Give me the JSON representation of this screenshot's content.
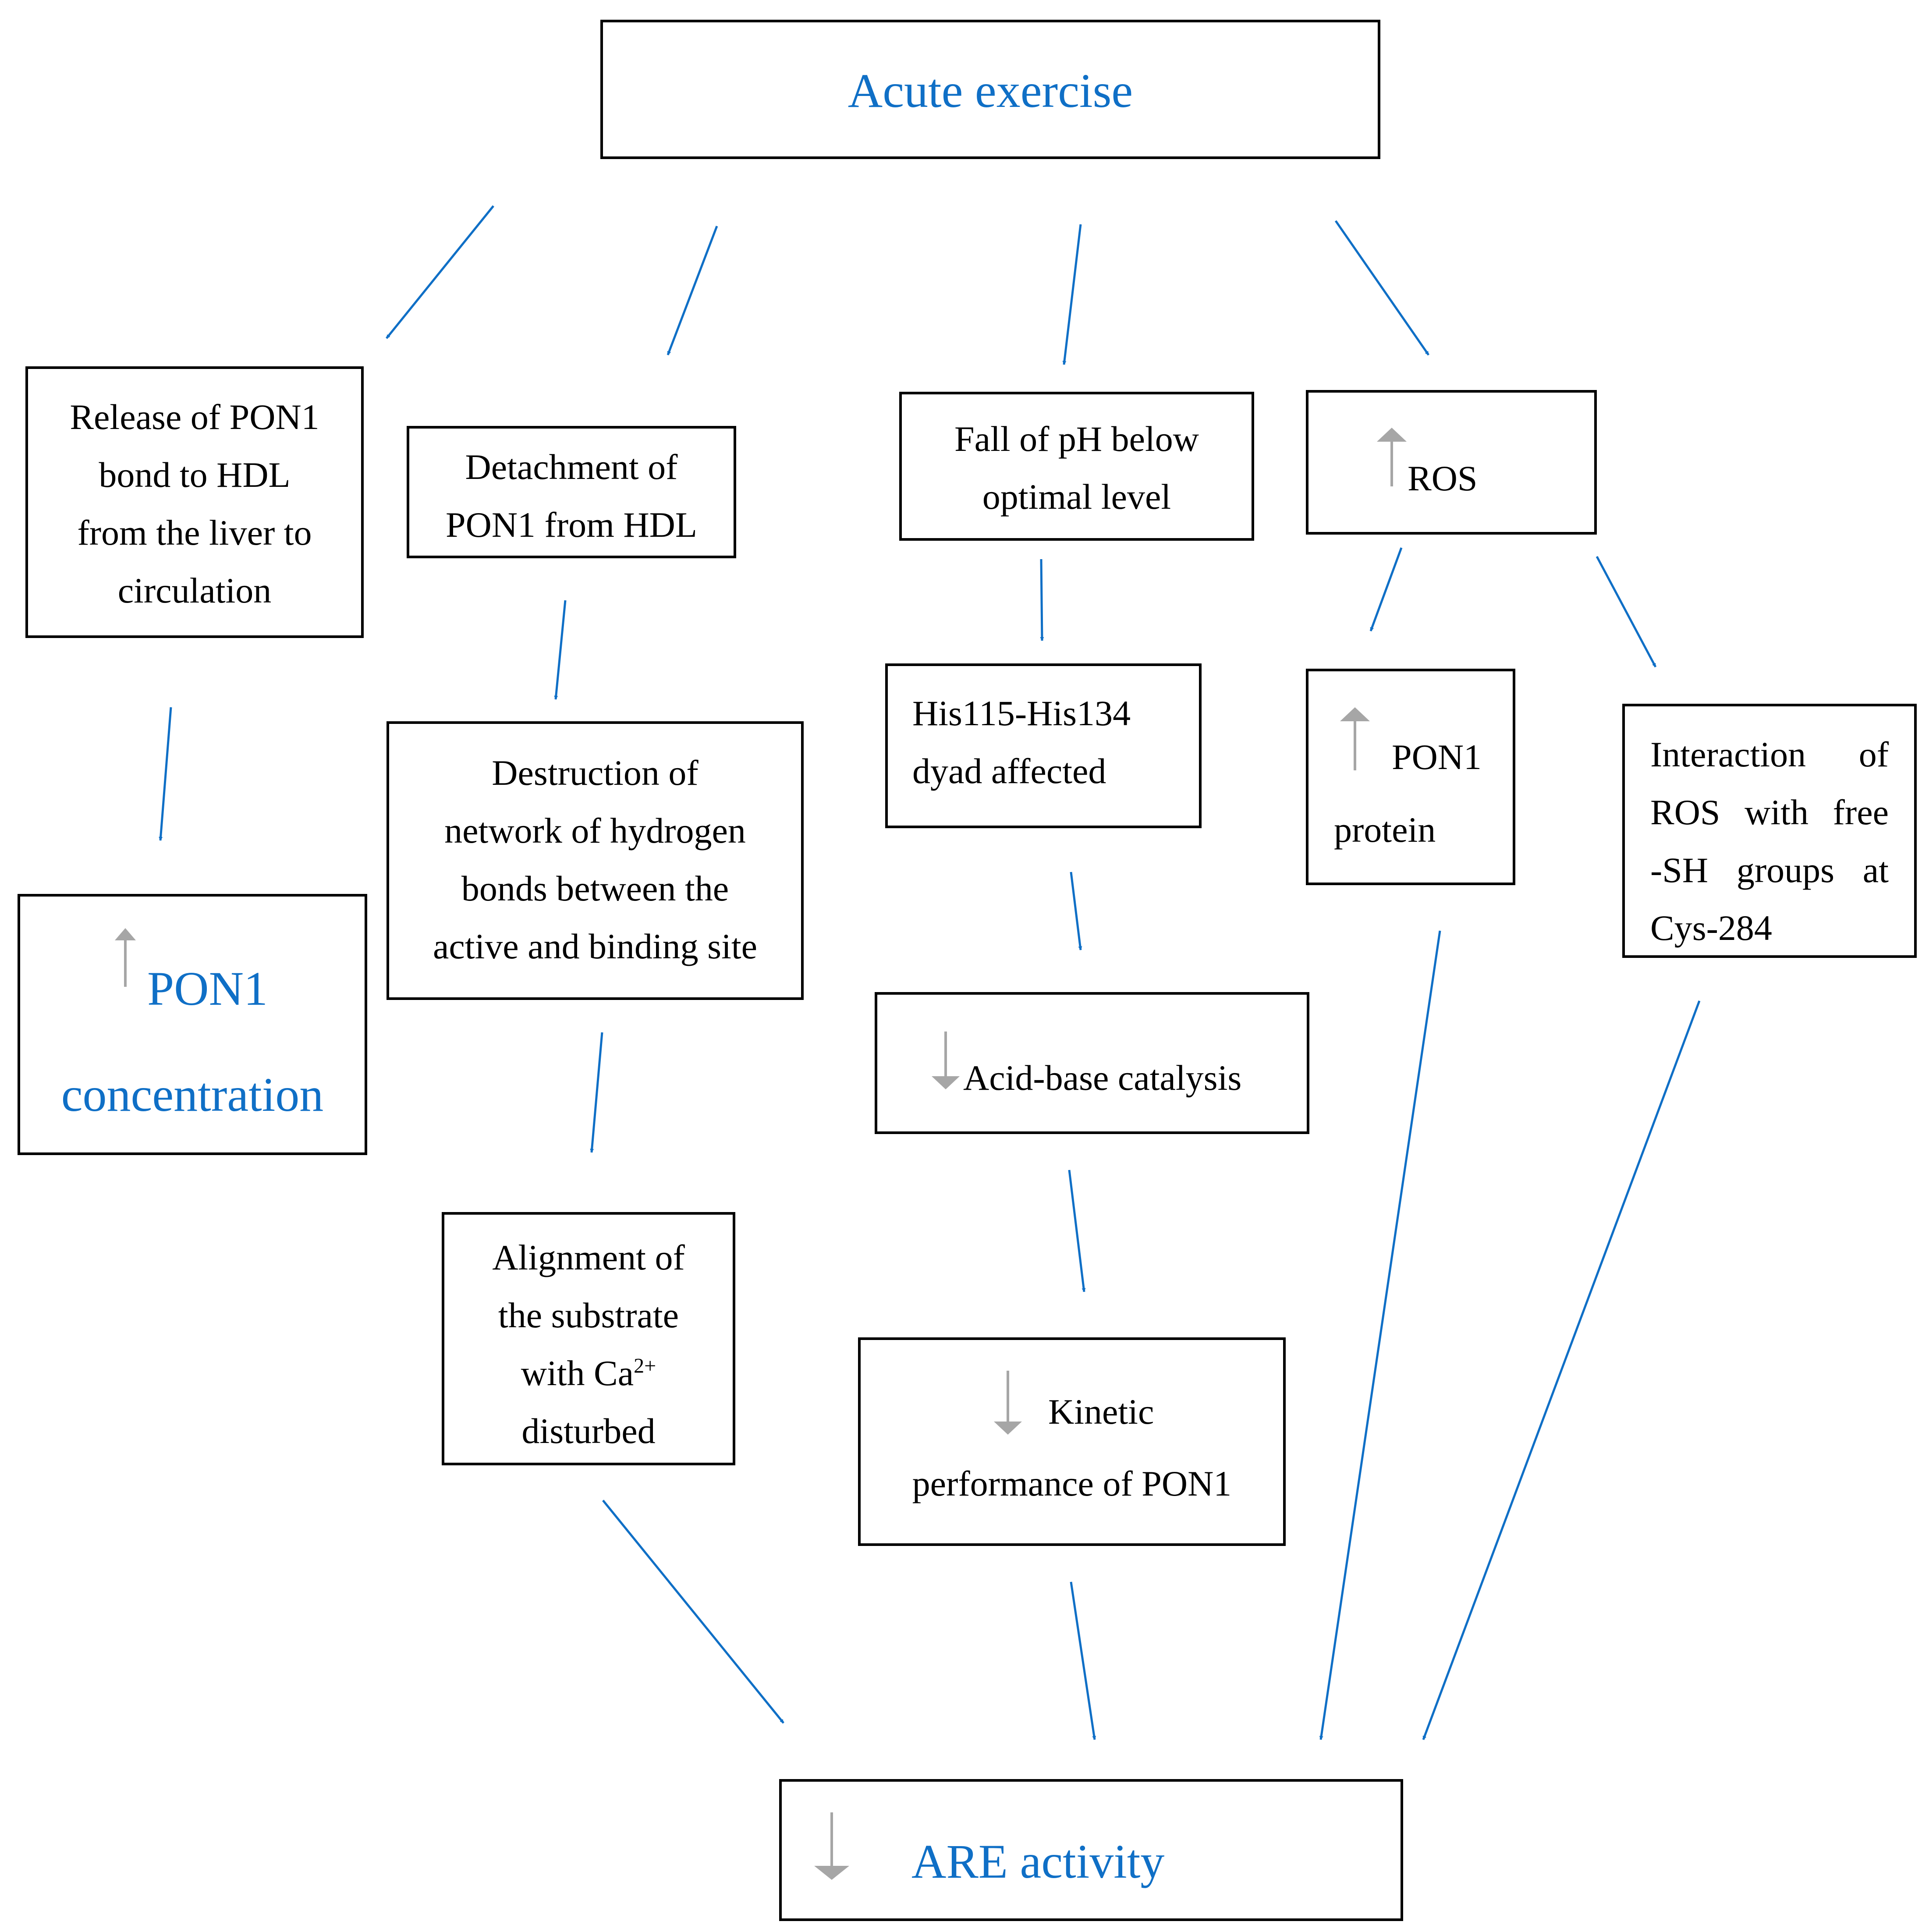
{
  "colors": {
    "arrow": "#0F6FC6",
    "box_border": "#000000",
    "emphasis_text": "#0F6FC6",
    "indicator": "#A6A6A6"
  },
  "icons": {
    "up": "up-arrow-icon",
    "down": "down-arrow-icon"
  },
  "nodes": {
    "acute_exercise": {
      "label": "Acute exercise"
    },
    "release_pon1": {
      "lines": [
        "Release of PON1",
        "bond to HDL",
        "from the liver to",
        "circulation"
      ]
    },
    "pon1_concentration": {
      "lines": [
        "PON1",
        "concentration"
      ],
      "indicator": "up"
    },
    "detachment": {
      "lines": [
        "Detachment of",
        "PON1 from HDL"
      ]
    },
    "destruction": {
      "lines": [
        "Destruction of",
        "network of hydrogen",
        "bonds between the",
        "active and binding site"
      ]
    },
    "alignment": {
      "lines": [
        "Alignment of",
        "the substrate",
        "with Ca",
        "disturbed"
      ],
      "superscript": "2+"
    },
    "fall_ph": {
      "lines": [
        "Fall of pH below",
        "optimal level"
      ]
    },
    "his_dyad": {
      "lines": [
        "His115-His134",
        "dyad affected"
      ]
    },
    "acid_base": {
      "label": "Acid-base catalysis",
      "indicator": "down"
    },
    "kinetic": {
      "lines": [
        "Kinetic",
        "performance of PON1"
      ],
      "indicator": "down"
    },
    "ros": {
      "label": "ROS",
      "indicator": "up"
    },
    "pon1_protein": {
      "lines": [
        "PON1",
        "protein"
      ],
      "indicator": "up"
    },
    "interaction": {
      "lines": [
        [
          "Interaction",
          "of"
        ],
        [
          "ROS",
          "with",
          "free"
        ],
        [
          "-SH",
          "groups",
          "at"
        ],
        [
          "Cys-284"
        ]
      ]
    },
    "are_activity": {
      "label": "ARE activity",
      "indicator": "down"
    }
  }
}
